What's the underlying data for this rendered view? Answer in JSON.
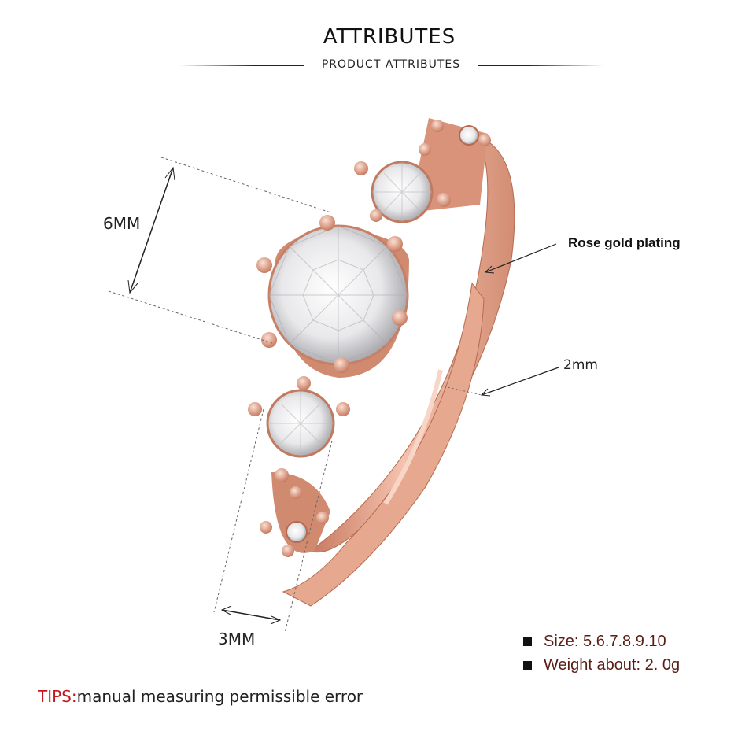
{
  "header": {
    "title": "ATTRIBUTES",
    "subtitle": "PRODUCT ATTRIBUTES"
  },
  "dimensions": {
    "stone_diameter": "6MM",
    "side_width": "3MM",
    "band_width": "2mm"
  },
  "callouts": {
    "plating": "Rose gold plating"
  },
  "specs": [
    {
      "label": "Size: 5.6.7.8.9.10"
    },
    {
      "label": "Weight about: 2. 0g"
    }
  ],
  "tips": {
    "lead": "TIPS:",
    "text": "manual measuring permissible error"
  },
  "colors": {
    "rose_gold": "#e3a087",
    "rose_gold_dark": "#b9664f",
    "spec_text": "#5a1d14",
    "tips_lead": "#c4161c"
  }
}
